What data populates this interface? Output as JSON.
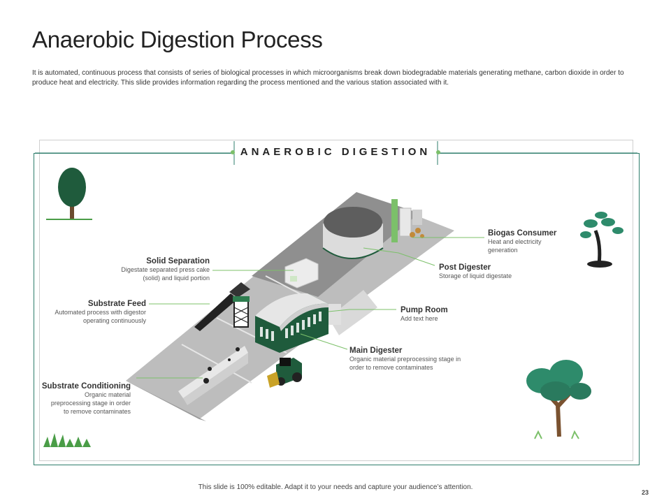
{
  "slide": {
    "title": "Anaerobic Digestion Process",
    "description": "It is automated, continuous process that consists of series of biological processes in which microorganisms break down biodegradable materials generating methane, carbon dioxide in order to produce heat and electricity. This slide provides information regarding the process mentioned and the various station associated with it.",
    "footer": "This slide is 100% editable. Adapt it to your needs and capture your audience’s attention.",
    "page_number": "23"
  },
  "diagram": {
    "header": "ANAEROBIC DIGESTION",
    "accent_color": "#7cc06a",
    "building_color": "#1f5b3c",
    "stations": {
      "solid_separation": {
        "title": "Solid Separation",
        "lines": [
          "Digestate separated press cake",
          "(solid) and liquid portion"
        ]
      },
      "substrate_feed": {
        "title": "Substrate Feed",
        "lines": [
          "Automated process with digestor",
          "operating continuously"
        ]
      },
      "substrate_conditioning": {
        "title": "Substrate Conditioning",
        "lines": [
          "Organic material",
          "preprocessing stage in order",
          "to remove contaminates"
        ]
      },
      "biogas_consumer": {
        "title": "Biogas Consumer",
        "lines": [
          "Heat and electricity",
          "generation"
        ]
      },
      "post_digester": {
        "title": "Post Digester",
        "lines": [
          "Storage of liquid digestate"
        ]
      },
      "pump_room": {
        "title": "Pump Room",
        "lines": [
          "Add text here"
        ]
      },
      "main_digester": {
        "title": "Main Digester",
        "lines": [
          "Organic material preprocessing stage in",
          "order to remove contaminates"
        ]
      }
    }
  }
}
